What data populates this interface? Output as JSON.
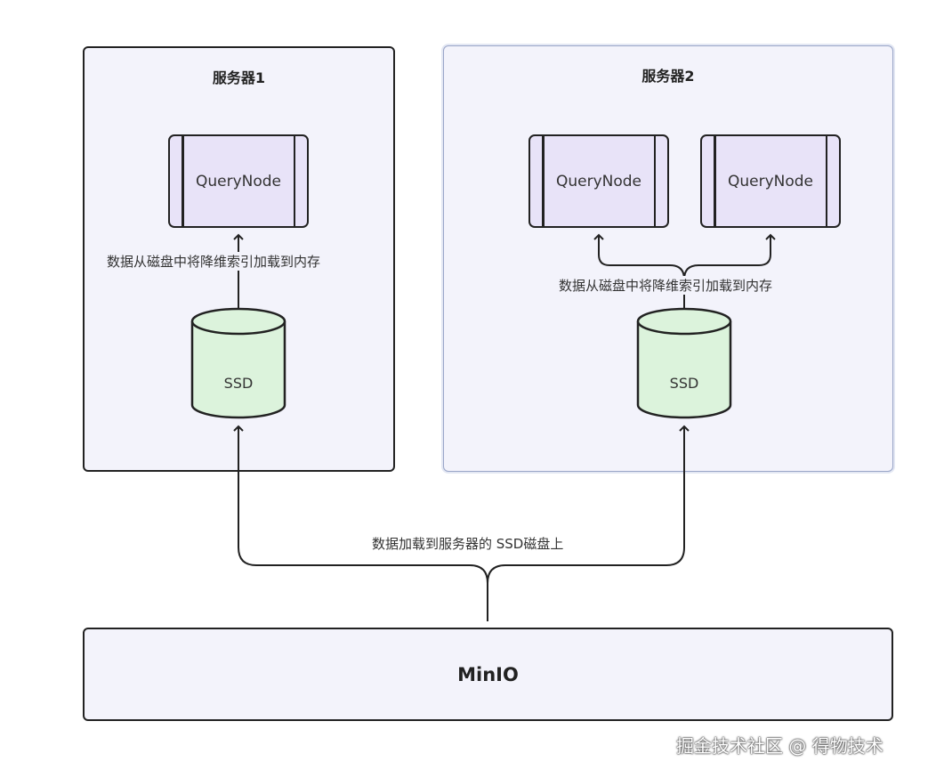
{
  "servers": [
    {
      "title": "服务器1"
    },
    {
      "title": "服务器2"
    }
  ],
  "query_node_label": "QueryNode",
  "ssd_label": "SSD",
  "captions": {
    "load_to_memory": "数据从磁盘中将降维索引加载到内存",
    "load_to_ssd": "数据加载到服务器的 SSD磁盘上"
  },
  "storage": {
    "label": "MinIO"
  },
  "watermark": "掘金技术社区 @ 得物技术",
  "colors": {
    "server_fill": "#f3f3fb",
    "querynode_fill": "#e8e3f8",
    "ssd_fill": "#dcf3dc",
    "stroke": "#222222"
  }
}
